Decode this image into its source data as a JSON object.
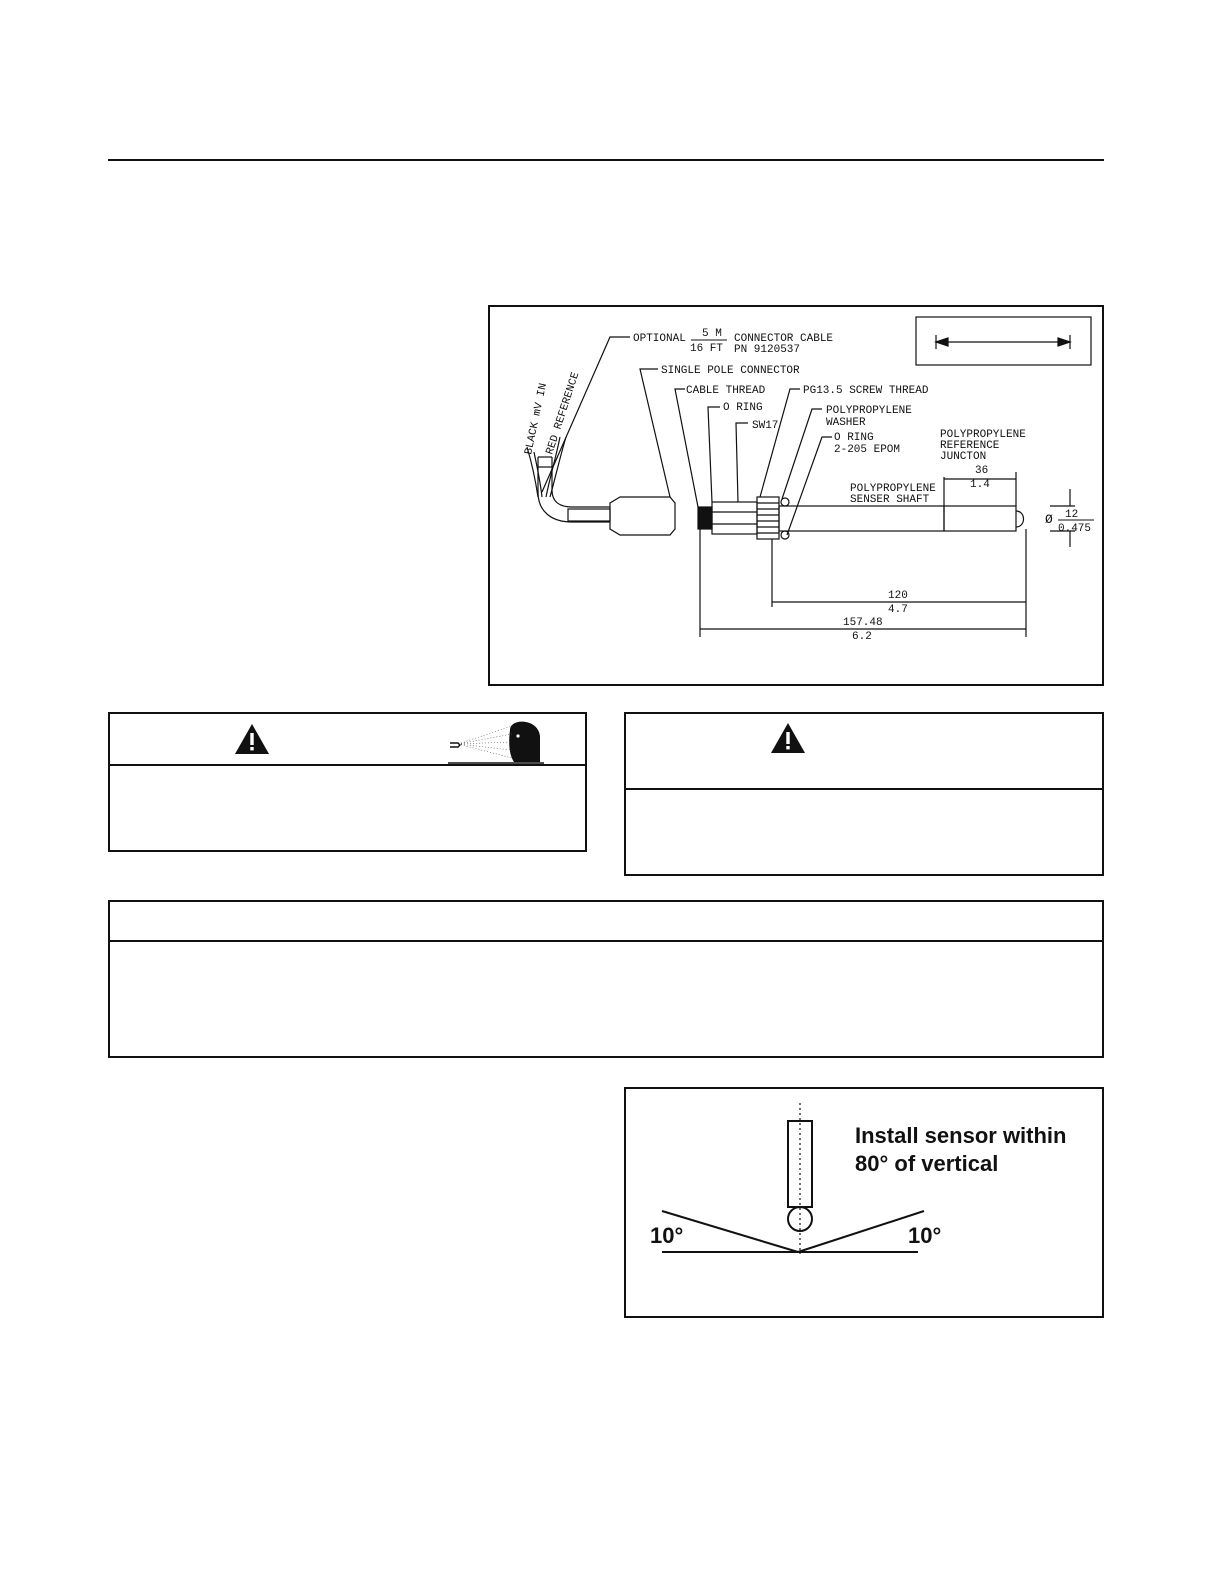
{
  "drawing": {
    "callouts": {
      "optional": "OPTIONAL",
      "cable_len_top": "5 M",
      "cable_len_bottom": "16 FT",
      "connector_cable": "CONNECTOR CABLE",
      "part_number": "PN 9120537",
      "single_pole_connector": "SINGLE POLE CONNECTOR",
      "cable_thread": "CABLE THREAD",
      "o_ring": "O RING",
      "sw17": "SW17",
      "pg_thread": "PG13.5 SCREW THREAD",
      "washer_line1": "POLYPROPYLENE",
      "washer_line2": "WASHER",
      "o_ring2_line1": "O RING",
      "o_ring2_line2": "2-205 EPOM",
      "ref_line1": "POLYPROPYLENE",
      "ref_line2": "REFERENCE",
      "ref_line3": "JUNCTON",
      "shaft_line1": "POLYPROPYLENE",
      "shaft_line2": "SENSER SHAFT",
      "wire_black": "BLACK mV IN",
      "wire_red": "RED REFERENCE"
    },
    "dimensions": {
      "ref_mm": "36",
      "ref_in": "1.4",
      "dia_symbol": "Ø",
      "dia_mm": "12",
      "dia_in": "0.475",
      "shaft_mm": "120",
      "shaft_in": "4.7",
      "total_mm": "157.48",
      "total_in": "6.2"
    }
  },
  "install": {
    "title_line1": "Install sensor within",
    "title_line2": "80° of vertical",
    "left_angle": "10°",
    "right_angle": "10°"
  },
  "icons": {
    "warning": "warning-triangle-icon",
    "spray": "face-spray-shield-icon"
  }
}
